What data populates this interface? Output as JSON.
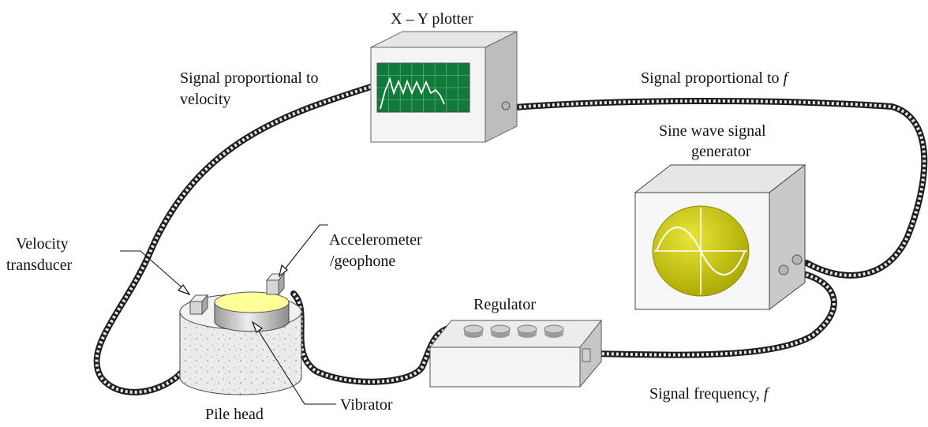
{
  "labels": {
    "xy_plotter": "X – Y plotter",
    "signal_velocity_line1": "Signal proportional to",
    "signal_velocity_line2": "velocity",
    "signal_f_prefix": "Signal proportional to ",
    "signal_f_symbol": "f",
    "sine_gen_line1": "Sine wave signal",
    "sine_gen_line2": "generator",
    "velocity_transducer_line1": "Velocity",
    "velocity_transducer_line2": "transducer",
    "accelerometer_line1": "Accelerometer",
    "accelerometer_line2": "/geophone",
    "regulator": "Regulator",
    "pile_head": "Pile head",
    "vibrator": "Vibrator",
    "signal_frequency_prefix": "Signal frequency, ",
    "signal_frequency_symbol": "f"
  },
  "colors": {
    "screen_green": "#0f7a3a",
    "sine_dial_yellow": "#c8c40a",
    "vibrator_top_yellow": "#ffff99",
    "box_face": "#f2f2f2",
    "box_side": "#c9c9c9",
    "cable": "#1e1e1e"
  },
  "icons": {
    "plotter": "xy-plotter-icon",
    "generator": "sine-wave-generator-icon",
    "regulator": "regulator-box-icon",
    "pile": "pile-head-icon"
  }
}
